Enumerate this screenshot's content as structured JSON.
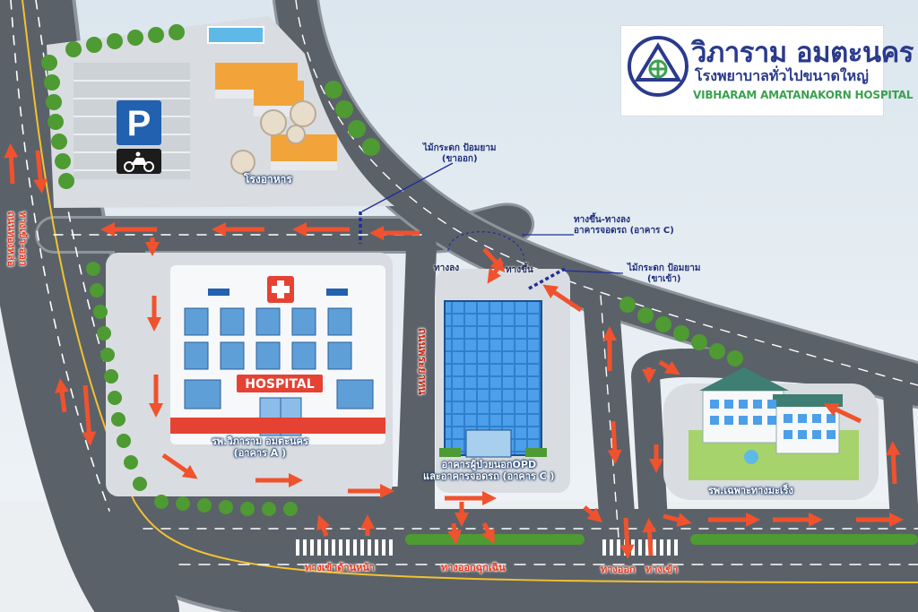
{
  "colors": {
    "road": "#5b6168",
    "road_edge": "#8e959c",
    "lane_line": "#ffffff",
    "center_line": "#f1c232",
    "sidewalk": "#d9dde1",
    "grass": "#6fbf4a",
    "hedge": "#4e9a33",
    "arrow": "#f0522e",
    "barrier": "#1f2f9a",
    "navy": "#2a3a8c",
    "green": "#3aa14f"
  },
  "logo": {
    "thai_name": "วิภาราม อมตะนคร",
    "thai_subtitle": "โรงพยาบาลทั่วไปขนาดใหญ่",
    "english_name": "VIBHARAM AMATANAKORN HOSPITAL",
    "emblem_icon": "hospital-emblem-icon"
  },
  "parking": {
    "sign_letter": "P",
    "icon": "motorcycle-icon"
  },
  "buildings": {
    "canteen": "โรงอาหาร",
    "building_a_name": "รพ.วิภาราม อมตะนคร",
    "building_a_sub": "(อาคาร A )",
    "building_a_sign": "HOSPITAL",
    "building_c_name": "อาคารผู้ป่วยนอกOPD",
    "building_c_sub": "และอาคารจอดรถ (อาคาร C )",
    "cancer_hospital": "รพ.เฉพาะทางมะเร็ง"
  },
  "annotations": {
    "barrier_exit_line1": "ไม้กระดก ป้อมยาม",
    "barrier_exit_line2": "(ขาออก)",
    "ramp_line1": "ทางขึ้น-ทางลง",
    "ramp_line2": "อาคารจอดรถ (อาคาร C)",
    "barrier_entry_line1": "ไม้กระดก ป้อมยาม",
    "barrier_entry_line2": "(ขาเข้า)",
    "ramp_down": "ทางลง",
    "ramp_up": "ทางขึ้น"
  },
  "road_labels": {
    "left_road_line1": "ทางเข้า-ออก",
    "left_road_line2": "ถนนทองหล่อ",
    "center_road": "ถนนพระยาทน",
    "front_entrance": "ทางเข้าด้านหน้า",
    "emergency_exit": "ทางออกฉุกเฉิน",
    "exit": "ทางออก",
    "entrance": "ทางเข้า"
  }
}
